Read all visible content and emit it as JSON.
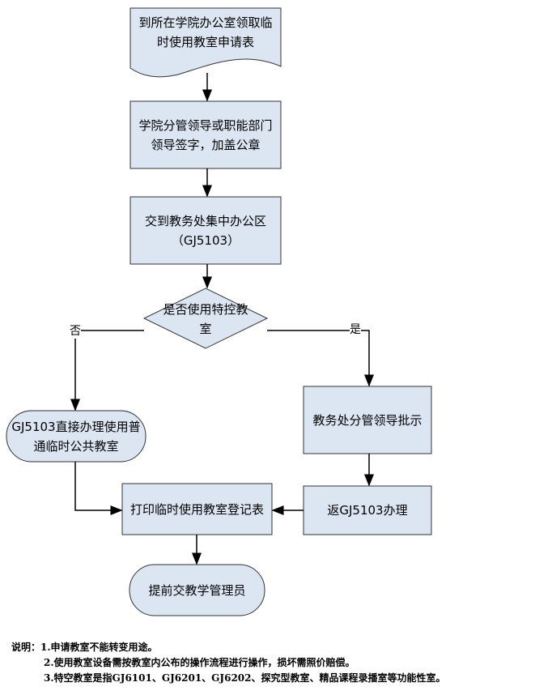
{
  "steps": {
    "s1": "到所在学院办公室领取临时使用教室申请表",
    "s2": "学院分管领导或职能部门领导签字，加盖公章",
    "s3": "交到教务处集中办公区（GJ5103）",
    "decision": "是否使用特控教室",
    "no_branch": "GJ5103直接办理使用普通临时公共教室",
    "yes_branch": "教务处分管领导批示",
    "return": "返GJ5103办理",
    "print": "打印临时使用教室登记表",
    "end": "提前交教学管理员"
  },
  "labels": {
    "no": "否",
    "yes": "是"
  },
  "notes": {
    "title": "说明：",
    "items": [
      "1.申请教室不能转变用途。",
      "2.使用教室设备需按教室内公布的操作流程进行操作，损坏需照价赔偿。",
      "3.特空教室是指GJ6101、GJ6201、GJ6202、探究型教室、精品课程录播室等功能性室。"
    ]
  },
  "colors": {
    "fill": "#dce6f2",
    "stroke": "#333333"
  }
}
